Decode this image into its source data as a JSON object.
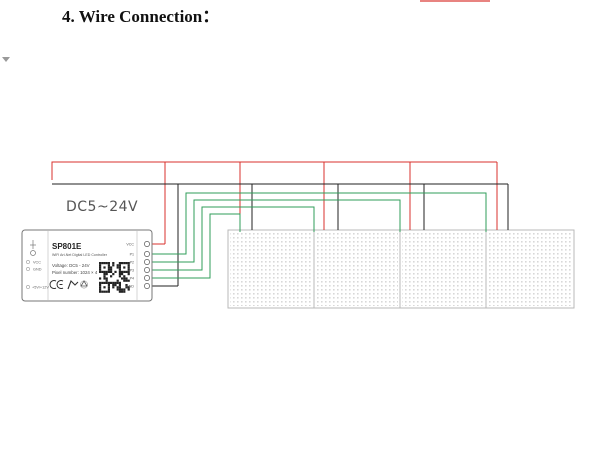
{
  "heading": "4.  Wire Connection：",
  "power_label": "DC5~24V",
  "controller": {
    "model": "SP801E",
    "subtitle": "WiFi Art-Net Digital LED Controller",
    "voltage": "Voltage: DC5 - 24V",
    "pixels": "Pixel number: 1024 × 4",
    "pins": [
      "VCC",
      "P1",
      "P2",
      "P3",
      "P4",
      "GND"
    ],
    "side_labels": [
      "VCC",
      "GND",
      "+5V/+12V"
    ]
  },
  "panels": [
    "panel-1",
    "panel-2",
    "panel-3",
    "panel-4"
  ],
  "colors": {
    "vcc_wire": "#d9302c",
    "gnd_wire": "#222222",
    "data_wire": "#2f9e5a",
    "panel_grid": "#d8d8d8"
  },
  "icons": [
    "power-jack-icon",
    "ce-mark-icon",
    "fc-mark-icon",
    "recycle-icon",
    "qr-code-icon"
  ]
}
